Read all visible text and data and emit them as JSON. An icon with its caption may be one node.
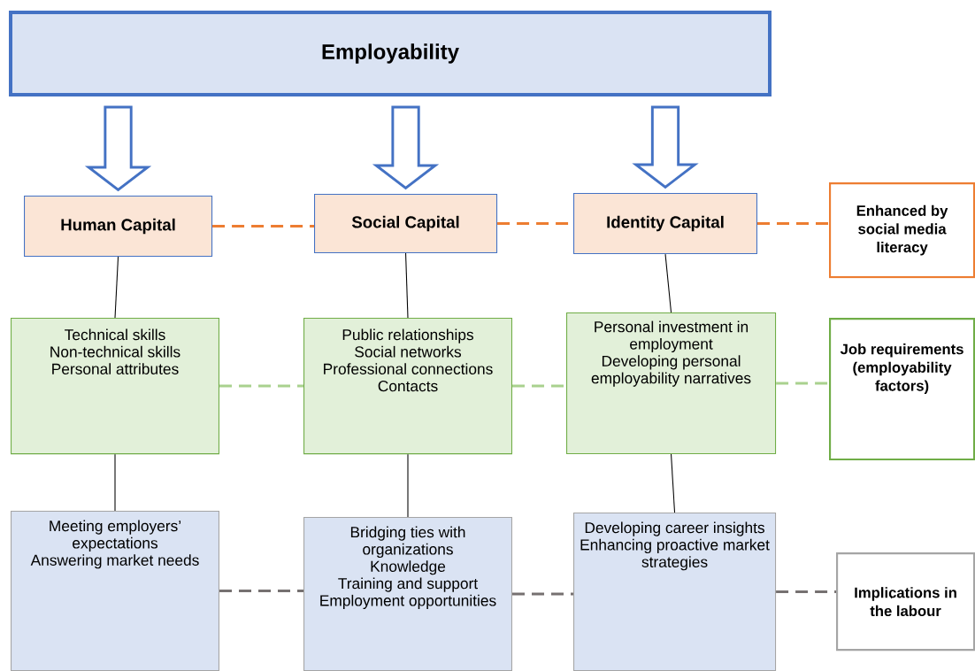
{
  "diagram": {
    "nodes": [
      {
        "text": [
          "Employability"
        ]
      },
      {
        "text": [
          "Human Capital"
        ]
      },
      {
        "text": [
          "Social Capital"
        ]
      },
      {
        "text": [
          "Identity Capital"
        ]
      },
      {
        "text": [
          "Enhanced by social media literacy"
        ]
      },
      {
        "text": [
          "Technical skills",
          "Non-technical skills",
          "Personal attributes"
        ]
      },
      {
        "text": [
          "Public relationships",
          "Social networks",
          "Professional connections",
          "Contacts"
        ]
      },
      {
        "text": [
          "Personal investment in employment",
          "Developing personal employability narratives"
        ]
      },
      {
        "text": [
          "Job requirements (employability factors)"
        ]
      },
      {
        "text": [
          "Meeting employers’ expectations",
          "Answering market needs"
        ]
      },
      {
        "text": [
          "Bridging ties with organizations",
          "Knowledge",
          "Training and support",
          "Employment opportunities"
        ]
      },
      {
        "text": [
          "Developing career insights",
          "Enhancing proactive market strategies"
        ]
      },
      {
        "text": [
          "Implications in the labour"
        ]
      }
    ],
    "edges": [
      {
        "from": 0,
        "to": 1,
        "arrow": "to",
        "color": "#4472c4"
      },
      {
        "from": 0,
        "to": 2,
        "arrow": "to",
        "color": "#4472c4"
      },
      {
        "from": 0,
        "to": 3,
        "arrow": "to",
        "color": "#4472c4"
      },
      {
        "from": 1,
        "to": 2,
        "arrow": "none",
        "style": "dashed",
        "color": "#ed7d31"
      },
      {
        "from": 2,
        "to": 3,
        "arrow": "none",
        "style": "dashed",
        "color": "#ed7d31"
      },
      {
        "from": 3,
        "to": 4,
        "arrow": "none",
        "style": "dashed",
        "color": "#ed7d31"
      },
      {
        "from": 1,
        "to": 5,
        "arrow": "none"
      },
      {
        "from": 2,
        "to": 6,
        "arrow": "none"
      },
      {
        "from": 3,
        "to": 7,
        "arrow": "none"
      },
      {
        "from": 5,
        "to": 6,
        "arrow": "none",
        "style": "dashed",
        "color": "#a9d18e"
      },
      {
        "from": 6,
        "to": 7,
        "arrow": "none",
        "style": "dashed",
        "color": "#a9d18e"
      },
      {
        "from": 7,
        "to": 8,
        "arrow": "none",
        "style": "dashed",
        "color": "#a9d18e"
      },
      {
        "from": 5,
        "to": 9,
        "arrow": "none"
      },
      {
        "from": 6,
        "to": 10,
        "arrow": "none"
      },
      {
        "from": 7,
        "to": 11,
        "arrow": "none"
      },
      {
        "from": 9,
        "to": 10,
        "arrow": "none",
        "style": "dashed",
        "color": "#767171"
      },
      {
        "from": 10,
        "to": 11,
        "arrow": "none",
        "style": "dashed",
        "color": "#767171"
      },
      {
        "from": 11,
        "to": 12,
        "arrow": "none",
        "style": "dashed",
        "color": "#767171"
      }
    ]
  }
}
